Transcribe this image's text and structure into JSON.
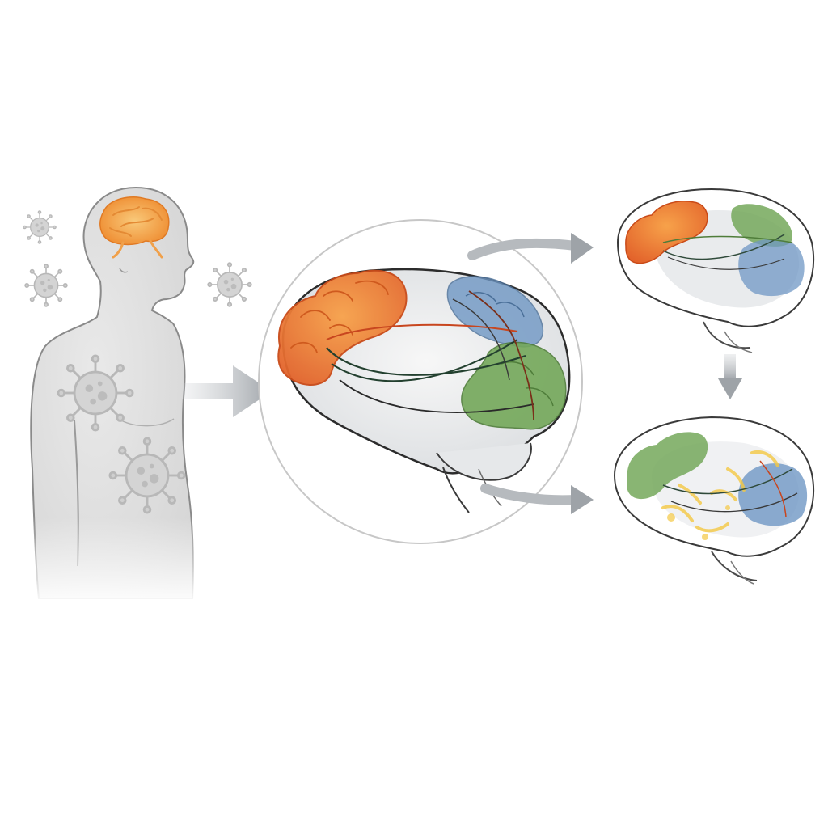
{
  "figure": {
    "background": "#ffffff",
    "colors": {
      "frontal_orange": "#f0883a",
      "frontal_orange_dark": "#d9531e",
      "parietal_blue": "#6f97c4",
      "occipital_green": "#74a85a",
      "tract_dark": "#2f4a3a",
      "tract_red": "#c8461f",
      "body_fill": "#e3e3e3",
      "outline": "#4a4a4a",
      "arrow": "#a7abb0",
      "virus": "#bdbdbd",
      "inflammation_yellow": "#f4c842"
    },
    "icons": [
      "virus-icon",
      "human-silhouette",
      "brain-illustration",
      "flow-arrow"
    ]
  }
}
